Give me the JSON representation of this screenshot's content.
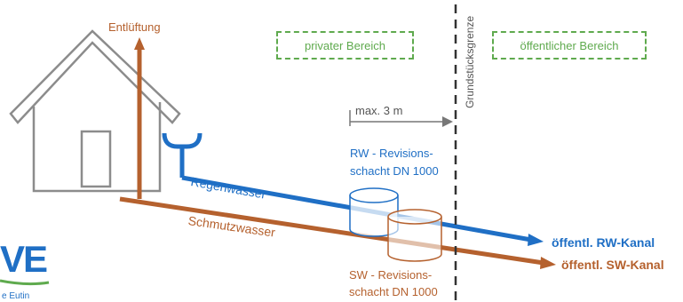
{
  "labels": {
    "ventilation": "Entlüftung",
    "private_area": "privater Bereich",
    "public_area": "öffentlicher Bereich",
    "property_line": "Grundstücksgrenze",
    "max_distance": "max. 3 m",
    "rw_shaft_line1": "RW - Revisions-",
    "rw_shaft_line2": "schacht DN 1000",
    "rainwater": "Regenwasser",
    "wastewater": "Schmutzwasser",
    "rw_sewer": "öffentl. RW-Kanal",
    "sw_sewer": "öffentl. SW-Kanal",
    "sw_shaft_line1": "SW - Revisions-",
    "sw_shaft_line2": "schacht DN 1000",
    "logo_text": "VE",
    "logo_subtext": "e Eutin"
  },
  "colors": {
    "rainwater": "#1f6fc5",
    "wastewater": "#b5612e",
    "area_box": "#5faa4e",
    "house": "#8c8c8c",
    "text_dark": "#555555"
  }
}
